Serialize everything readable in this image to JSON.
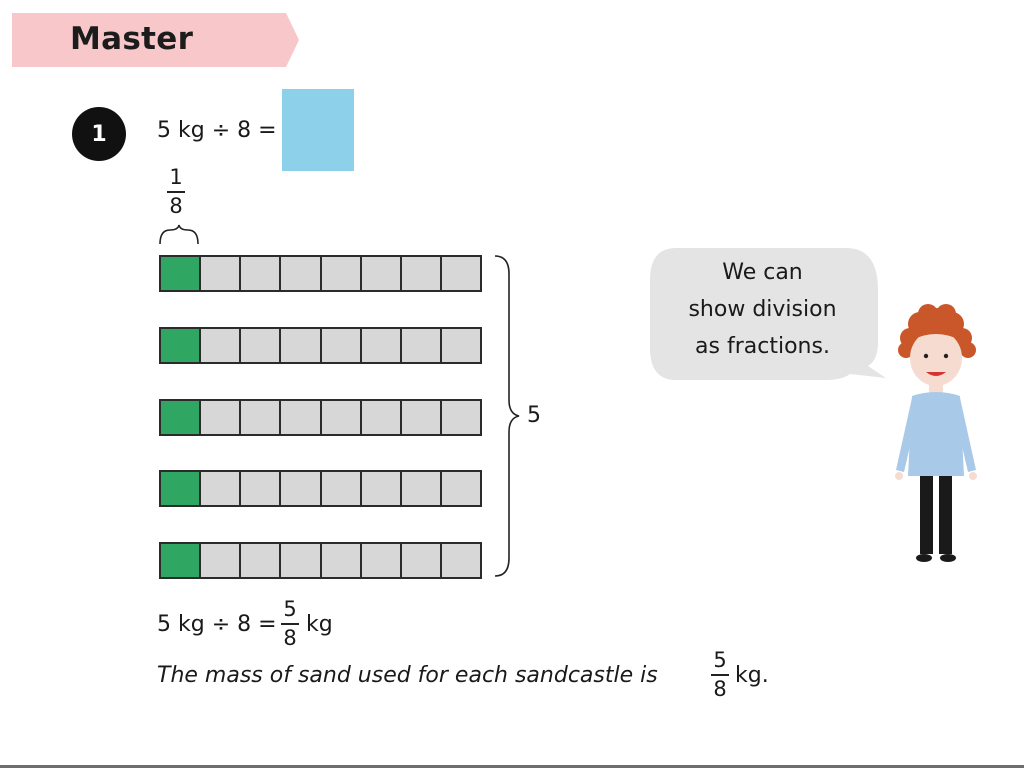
{
  "header": {
    "title": "Master"
  },
  "question": {
    "number": "1",
    "equation": "5 kg ÷ 8 =",
    "unit_fraction": {
      "numerator": "1",
      "denominator": "8"
    },
    "bars": {
      "rows": 5,
      "parts_per_row": 8,
      "shaded_per_row": 1
    },
    "brace_label": "5",
    "result": {
      "prefix": "5 kg ÷ 8 =",
      "numerator": "5",
      "denominator": "8",
      "unit": "kg"
    },
    "conclusion": {
      "text": "The mass of sand used for each sandcastle is",
      "numerator": "5",
      "denominator": "8",
      "unit": "kg."
    }
  },
  "speech": {
    "lines": [
      "We can",
      "show division",
      "as fractions."
    ]
  },
  "colors": {
    "banner": "#f7c7c9",
    "answer_box": "#8dd0e9",
    "shaded": "#2fa762",
    "unshaded": "#d7d7d7"
  },
  "icons": {
    "character": "boy-character-icon"
  }
}
